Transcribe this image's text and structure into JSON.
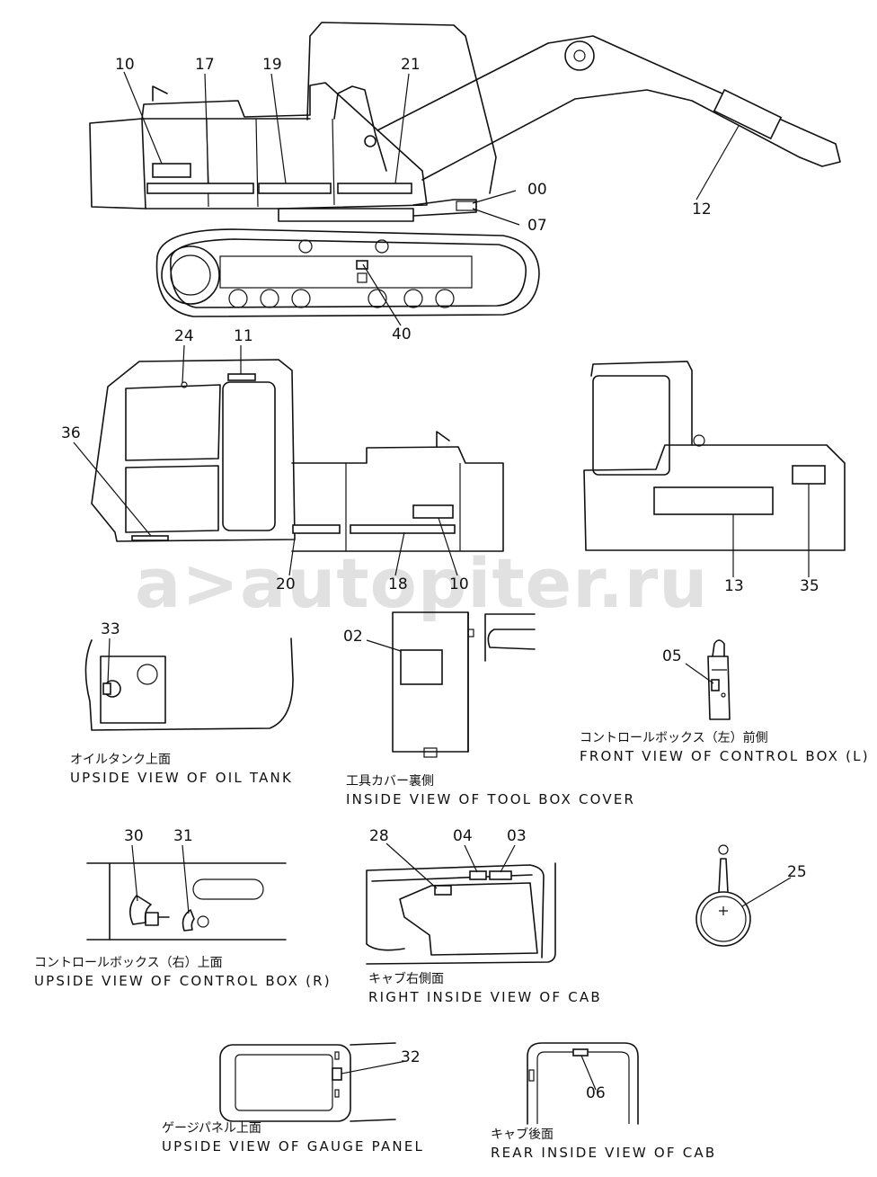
{
  "watermark": "a>autopiter.ru",
  "part_numbers": {
    "n00": "00",
    "n02": "02",
    "n03": "03",
    "n04": "04",
    "n05": "05",
    "n06": "06",
    "n07": "07",
    "n10a": "10",
    "n10b": "10",
    "n11": "11",
    "n12": "12",
    "n13": "13",
    "n17": "17",
    "n18": "18",
    "n19": "19",
    "n20": "20",
    "n21": "21",
    "n24": "24",
    "n25": "25",
    "n28": "28",
    "n30": "30",
    "n31": "31",
    "n32": "32",
    "n33": "33",
    "n35": "35",
    "n36": "36",
    "n40": "40"
  },
  "captions": {
    "oil_tank": {
      "jp": "オイルタンク上面",
      "en": "UPSIDE VIEW OF OIL TANK"
    },
    "tool_box": {
      "jp": "工具カバー裏側",
      "en": "INSIDE VIEW OF TOOL BOX COVER"
    },
    "control_box_l": {
      "jp": "コントロールボックス（左）前側",
      "en": "FRONT VIEW OF CONTROL BOX (L)"
    },
    "control_box_r": {
      "jp": "コントロールボックス（右）上面",
      "en": "UPSIDE VIEW OF CONTROL BOX (R)"
    },
    "cab_right": {
      "jp": "キャブ右側面",
      "en": "RIGHT INSIDE VIEW OF CAB"
    },
    "gauge_panel": {
      "jp": "ゲージパネル上面",
      "en": "UPSIDE VIEW OF GAUGE PANEL"
    },
    "cab_rear": {
      "jp": "キャブ後面",
      "en": "REAR INSIDE VIEW OF CAB"
    }
  }
}
